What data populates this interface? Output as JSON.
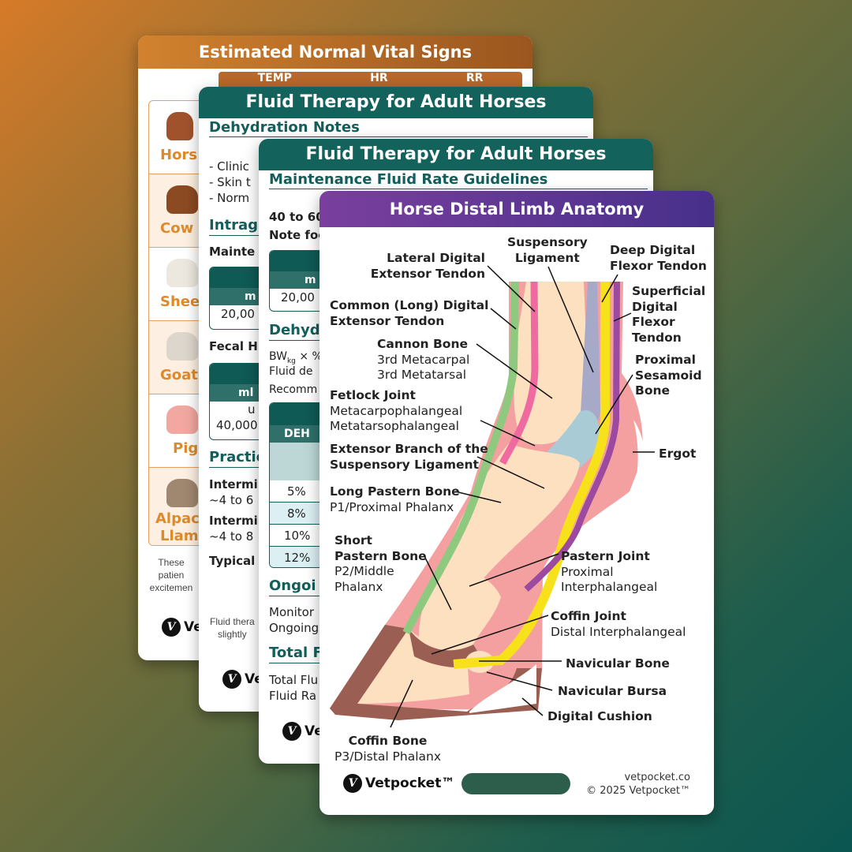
{
  "colors": {
    "vital_header": "#c0722a",
    "fluid_header": "#13625b",
    "anatomy_header": "#6a3a9a",
    "accent_orange": "#dd8a2c",
    "accent_teal": "#135e5a"
  },
  "card_vitals": {
    "title": "Estimated Normal Vital Signs",
    "columns": [
      "TEMP",
      "HR",
      "RR"
    ],
    "animals": [
      "Hors",
      "Cow",
      "Shee",
      "Goat",
      "Pig",
      "Alpac",
      "Llam"
    ],
    "footer_lines": [
      "These",
      "patien",
      "excitemen"
    ],
    "logo": "Ve"
  },
  "card_fluid1": {
    "title": "Fluid Therapy for Adult Horses",
    "section1": "Dehydration Notes",
    "bullets": [
      "- Clinic",
      "- Skin t",
      "- Norm"
    ],
    "section2": "Intrag",
    "sub1": "Mainte",
    "table1": {
      "unit": "m",
      "value": "20,00"
    },
    "sub2": "Fecal H",
    "table2": {
      "unit": "ml",
      "line1": "u",
      "line2": "40,000"
    },
    "section3": "Practic",
    "items": [
      [
        "Intermi",
        "~4 to 6"
      ],
      [
        "Intermi",
        "~4 to 8"
      ]
    ],
    "typical": "Typical",
    "footer_lines": [
      "Fluid thera",
      "slightly"
    ],
    "logo": "Ve"
  },
  "card_fluid2": {
    "title": "Fluid Therapy for Adult Horses",
    "section1": "Maintenance Fluid Rate Guidelines",
    "line1": "40 to 60",
    "line2": "Note foc",
    "table1": {
      "unit": "m",
      "value": "20,00"
    },
    "section2": "Dehyd",
    "formula_bw": "BW",
    "formula_sub": "kg",
    "formula_rest": " × %",
    "line3": "Fluid de",
    "line4": "Recomm",
    "deh_header": "DEH",
    "deh_rows": [
      "5%",
      "8%",
      "10%",
      "12%"
    ],
    "section3": "Ongoi",
    "lines5": [
      "Monitor",
      "Ongoing"
    ],
    "section4": "Total F",
    "lines6": [
      "Total Flu",
      "Fluid Ra"
    ],
    "logo": "Ve"
  },
  "card_anatomy": {
    "title": "Horse Distal Limb Anatomy",
    "labels": {
      "suspensory": [
        "Suspensory",
        "Ligament"
      ],
      "lateral_ext": [
        "Lateral Digital",
        "Extensor Tendon"
      ],
      "ddft": [
        "Deep Digital",
        "Flexor Tendon"
      ],
      "common_ext": [
        "Common (Long) Digital",
        "Extensor Tendon"
      ],
      "sdft": [
        "Superficial",
        "Digital",
        "Flexor",
        "Tendon"
      ],
      "cannon": {
        "name": "Cannon Bone",
        "sub": [
          "3rd Metacarpal",
          "3rd Metatarsal"
        ]
      },
      "sesamoid": [
        "Proximal",
        "Sesamoid",
        "Bone"
      ],
      "fetlock": {
        "name": "Fetlock Joint",
        "sub": [
          "Metacarpophalangeal",
          "Metatarsophalangeal"
        ]
      },
      "ext_branch": [
        "Extensor Branch of the",
        "Suspensory Ligament"
      ],
      "ergot": "Ergot",
      "long_pastern": {
        "name": "Long Pastern Bone",
        "sub": [
          "P1/Proximal Phalanx"
        ]
      },
      "short_pastern": {
        "name": [
          "Short",
          "Pastern Bone"
        ],
        "sub": [
          "P2/Middle",
          "Phalanx"
        ]
      },
      "pastern_joint": {
        "name": "Pastern Joint",
        "sub": [
          "Proximal",
          "Interphalangeal"
        ]
      },
      "coffin_joint": {
        "name": "Coffin Joint",
        "sub": [
          "Distal Interphalangeal"
        ]
      },
      "navicular_bone": "Navicular Bone",
      "navicular_bursa": "Navicular Bursa",
      "digital_cushion": "Digital Cushion",
      "coffin_bone": {
        "name": "Coffin Bone",
        "sub": [
          "P3/Distal Phalanx"
        ]
      }
    },
    "logo": "Vetpocket™",
    "website": "vetpocket.co",
    "copyright": "© 2025 Vetpocket™"
  }
}
